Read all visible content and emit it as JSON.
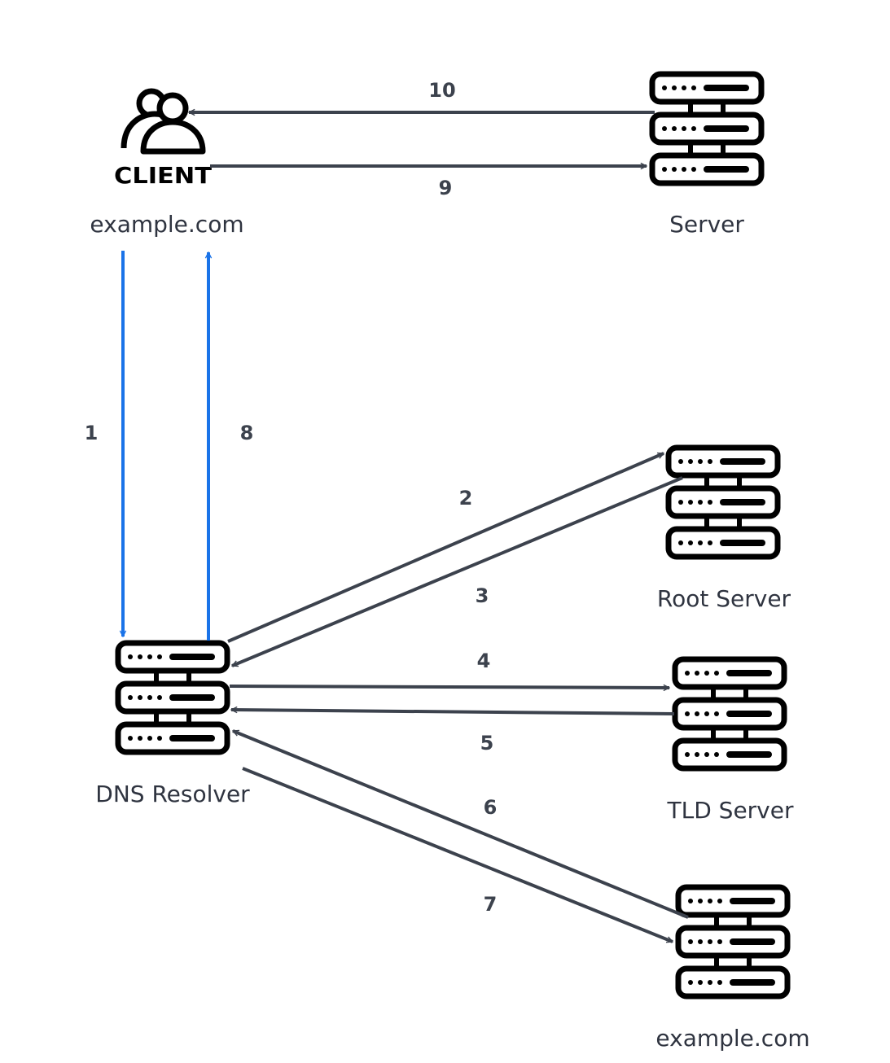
{
  "nodes": {
    "client": {
      "badge": "CLIENT",
      "label": "example.com"
    },
    "server": {
      "label": "Server"
    },
    "resolver": {
      "label": "DNS Resolver"
    },
    "root": {
      "label": "Root Server"
    },
    "tld": {
      "label": "TLD Server"
    },
    "authoritative": {
      "label": "example.com"
    }
  },
  "steps": {
    "s1": "1",
    "s2": "2",
    "s3": "3",
    "s4": "4",
    "s5": "5",
    "s6": "6",
    "s7": "7",
    "s8": "8",
    "s9": "9",
    "s10": "10"
  },
  "colors": {
    "arrow": "#3c424d",
    "client_arrow": "#1a73e8"
  }
}
